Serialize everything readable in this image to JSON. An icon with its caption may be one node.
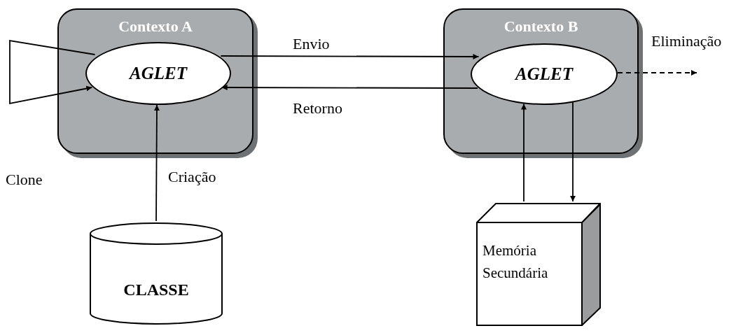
{
  "diagram": {
    "nodes": [
      {
        "text": [
          "Contexto A"
        ]
      },
      {
        "text": [
          "AGLET"
        ],
        "in": 0
      },
      {
        "text": [
          "Contexto B"
        ]
      },
      {
        "text": [
          "AGLET"
        ],
        "in": 2
      },
      {
        "text": [
          "CLASSE"
        ]
      },
      {
        "text": [
          "Memória Secundária"
        ]
      }
    ],
    "edges": [
      {
        "from": 1,
        "to": 3,
        "arrow": "to",
        "label": "Envio"
      },
      {
        "from": 3,
        "to": 1,
        "arrow": "to",
        "label": "Retorno"
      },
      {
        "from": 1,
        "to": 1,
        "arrow": "to",
        "label": "Clone"
      },
      {
        "from": 4,
        "to": 1,
        "arrow": "to",
        "label": "Criação"
      },
      {
        "from": 5,
        "to": 3,
        "arrow": "to"
      },
      {
        "from": 3,
        "to": 5,
        "arrow": "to"
      },
      {
        "from": 3,
        "to": null,
        "arrow": "to",
        "label": "Eliminação",
        "style": "dashed"
      }
    ]
  }
}
